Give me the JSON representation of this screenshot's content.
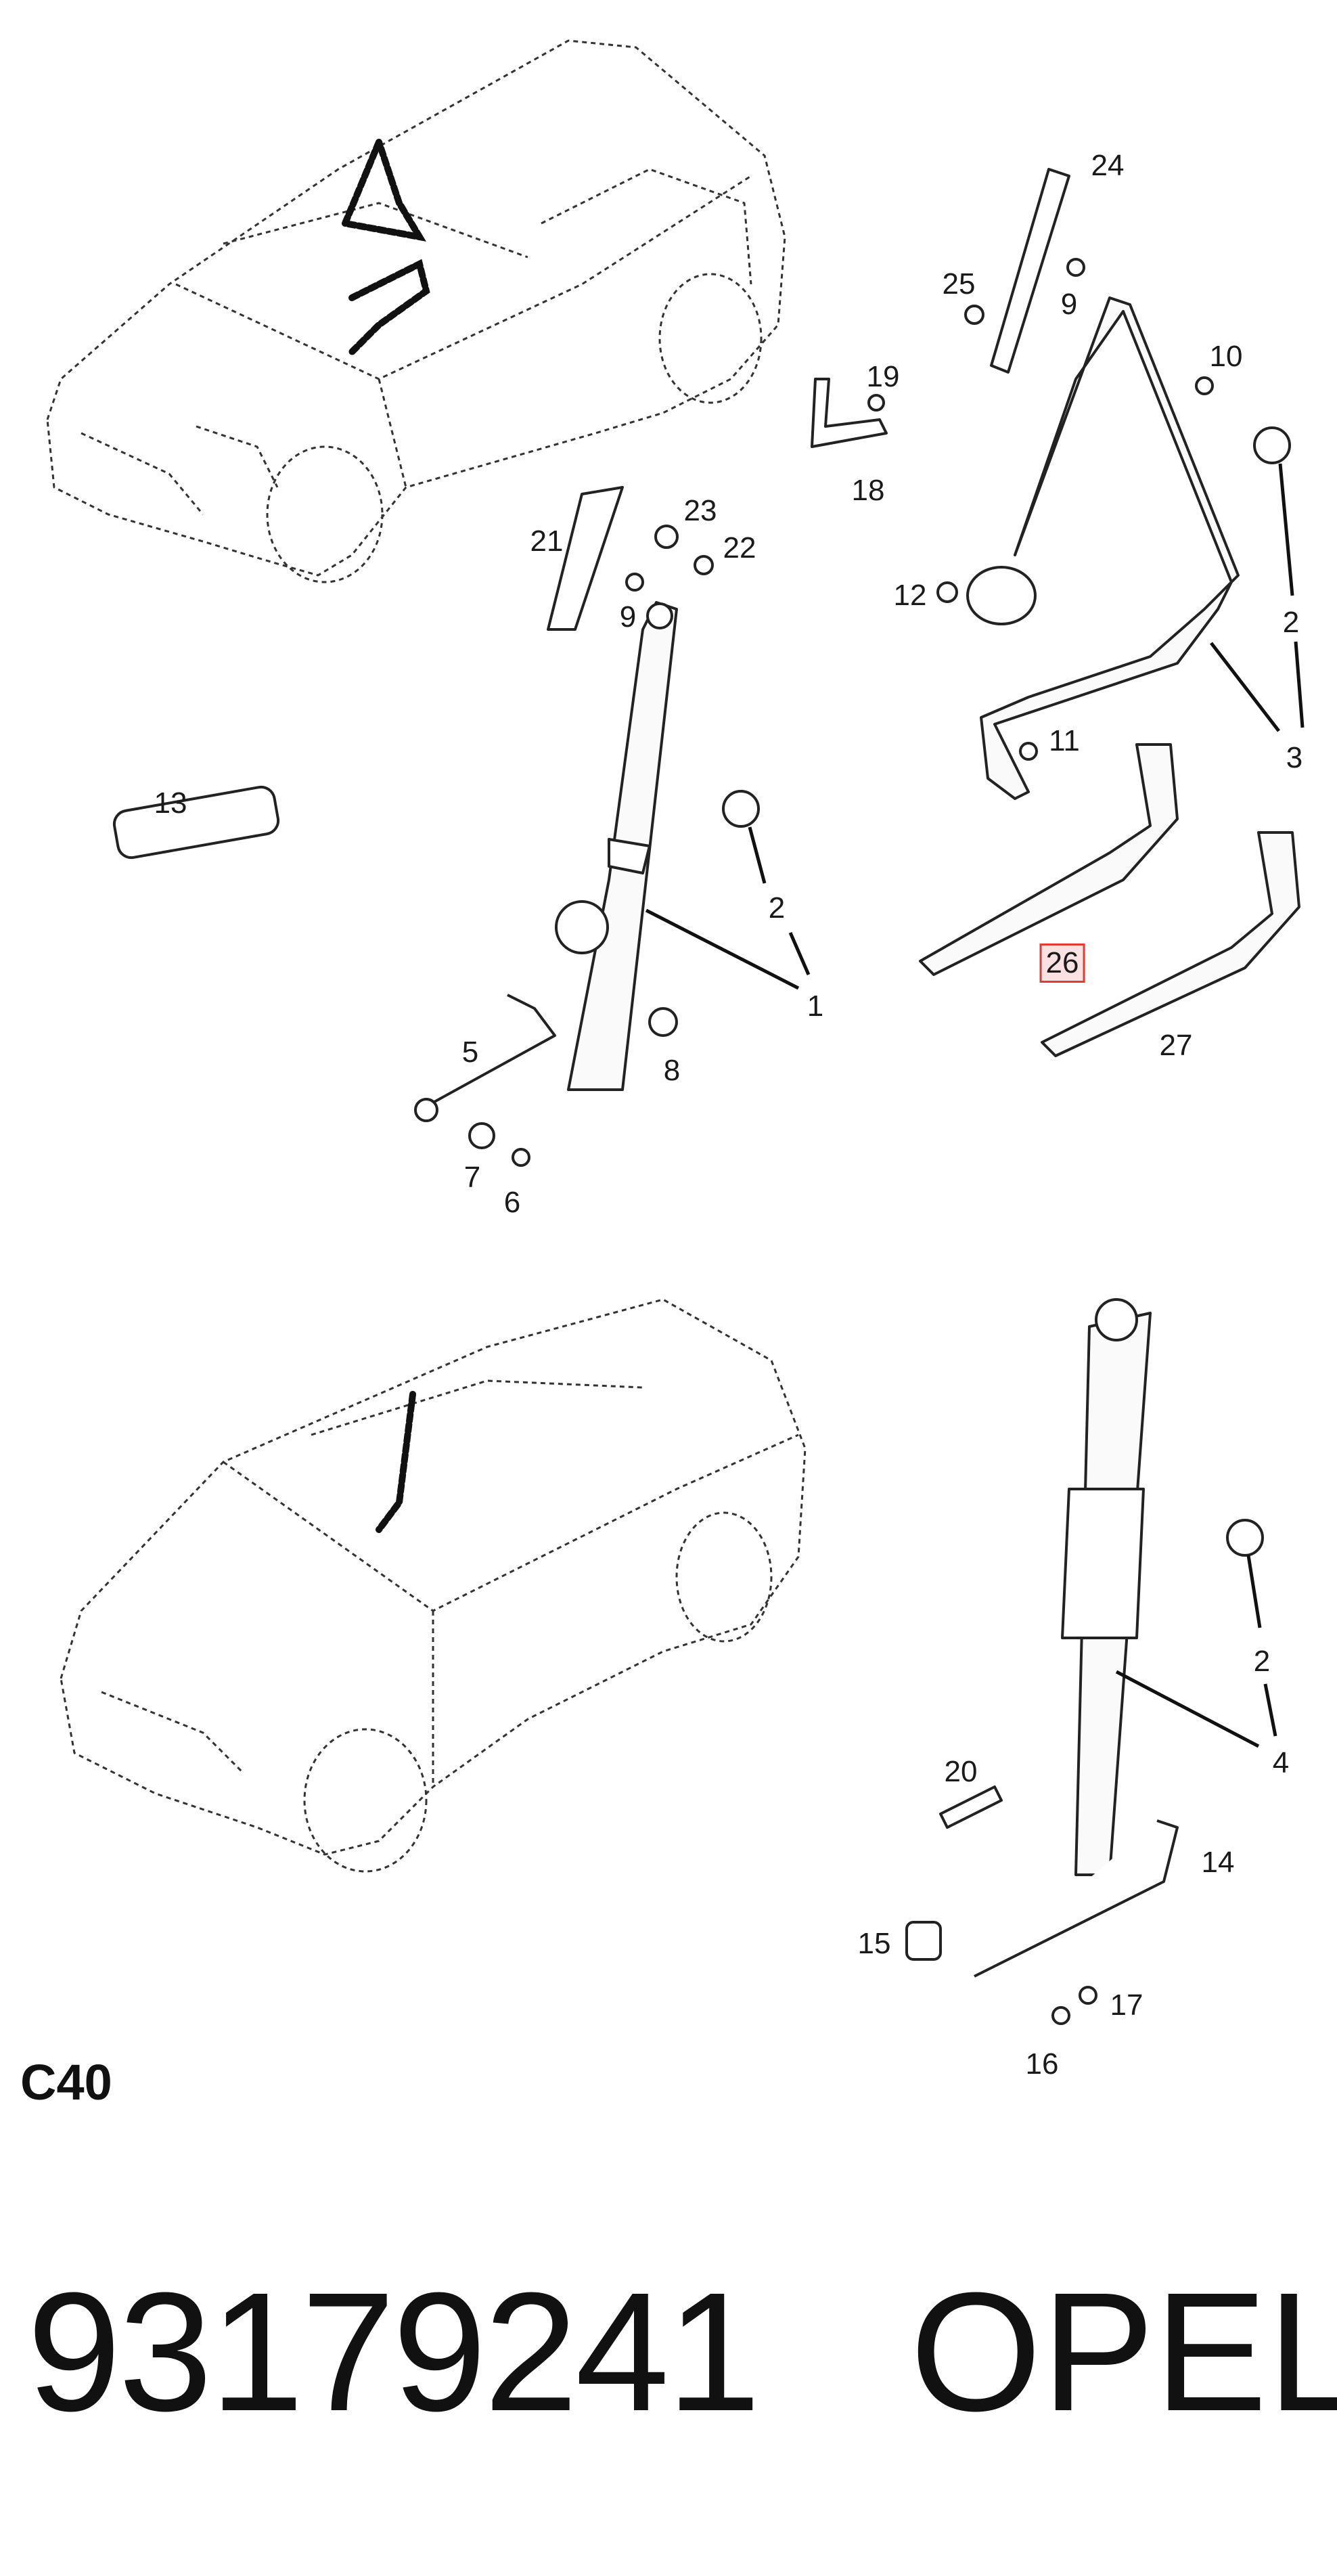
{
  "section_code": "C40",
  "part_number": "93179241",
  "brand": "OPEL",
  "highlight_color": "#e53935",
  "callouts": [
    {
      "id": "1",
      "text": "1"
    },
    {
      "id": "2a",
      "text": "2"
    },
    {
      "id": "2b",
      "text": "2"
    },
    {
      "id": "2c",
      "text": "2"
    },
    {
      "id": "3",
      "text": "3"
    },
    {
      "id": "4",
      "text": "4"
    },
    {
      "id": "5",
      "text": "5"
    },
    {
      "id": "6",
      "text": "6"
    },
    {
      "id": "7",
      "text": "7"
    },
    {
      "id": "8",
      "text": "8"
    },
    {
      "id": "9a",
      "text": "9"
    },
    {
      "id": "9b",
      "text": "9"
    },
    {
      "id": "10",
      "text": "10"
    },
    {
      "id": "11",
      "text": "11"
    },
    {
      "id": "12",
      "text": "12"
    },
    {
      "id": "13",
      "text": "13"
    },
    {
      "id": "14",
      "text": "14"
    },
    {
      "id": "15",
      "text": "15"
    },
    {
      "id": "16",
      "text": "16"
    },
    {
      "id": "17",
      "text": "17"
    },
    {
      "id": "18",
      "text": "18"
    },
    {
      "id": "19",
      "text": "19"
    },
    {
      "id": "20",
      "text": "20"
    },
    {
      "id": "21",
      "text": "21"
    },
    {
      "id": "22",
      "text": "22"
    },
    {
      "id": "23",
      "text": "23"
    },
    {
      "id": "24",
      "text": "24"
    },
    {
      "id": "25",
      "text": "25"
    },
    {
      "id": "26",
      "text": "26",
      "highlighted": true
    },
    {
      "id": "27",
      "text": "27"
    }
  ]
}
